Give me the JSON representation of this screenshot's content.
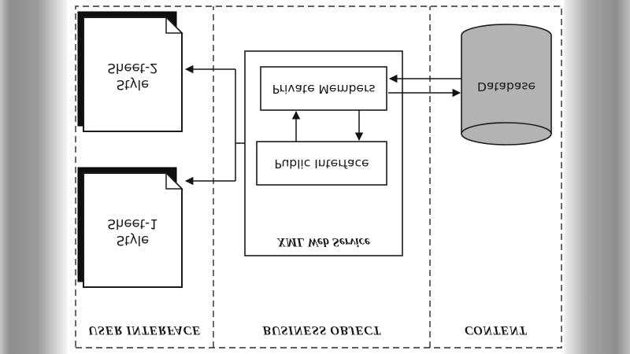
{
  "colors": {
    "canvas": "#ffffff",
    "ink": "#1a1a1a",
    "cylinder_fill": "#b3b3b3",
    "doc_shadow": "#0f0f0f",
    "side_dark": "#8d8d8d",
    "side_light": "#eaeaea"
  },
  "sections": {
    "user_interface": {
      "label": "USER INTERFACE"
    },
    "business_object": {
      "label": "BUSINESS OBJECT"
    },
    "content": {
      "label": "CONTENT"
    }
  },
  "documents": [
    {
      "line1": "Style",
      "line2": "Sheet-1"
    },
    {
      "line1": "Style",
      "line2": "Sheet-2"
    }
  ],
  "web_service": {
    "title": "XML Web Service",
    "public_interface": "Public Interface",
    "private_members": "Private Members"
  },
  "database": {
    "label": "Database"
  }
}
